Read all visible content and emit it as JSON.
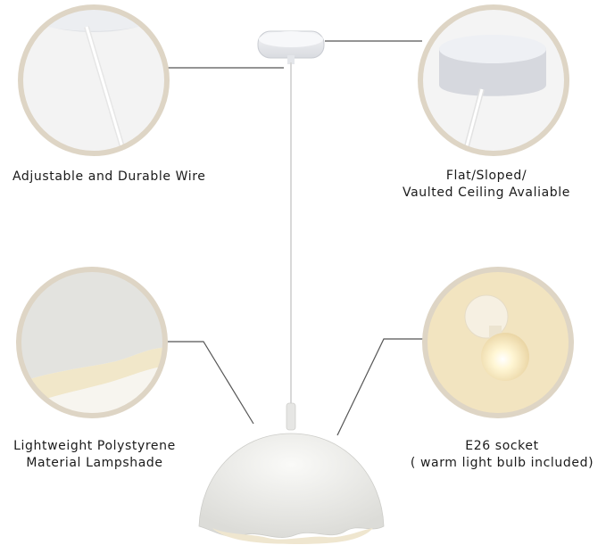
{
  "features": [
    {
      "id": "wire",
      "lines": [
        "Adjustable and Durable Wire"
      ]
    },
    {
      "id": "ceiling",
      "lines": [
        "Flat/Sloped/",
        "Vaulted Ceiling Avaliable"
      ]
    },
    {
      "id": "shade",
      "lines": [
        "Lightweight Polystyrene",
        "Material Lampshade"
      ]
    },
    {
      "id": "socket",
      "lines": [
        "E26 socket",
        "( warm light bulb included)"
      ]
    }
  ],
  "colors": {
    "circle_border": "#ded5c5",
    "leader_line": "#555555",
    "lamp_white": "#f1f1ef",
    "warm_light": "#fff3c8"
  }
}
